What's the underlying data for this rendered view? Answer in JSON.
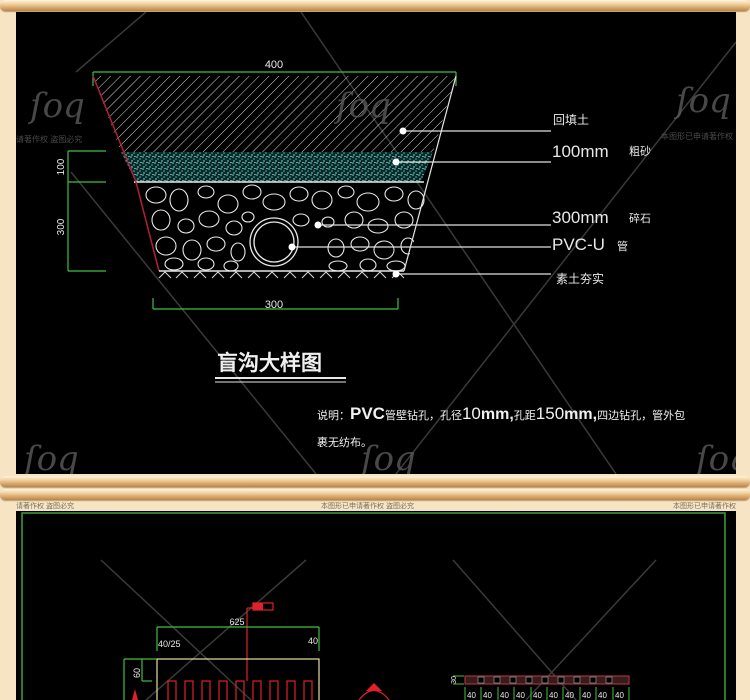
{
  "top_drawing": {
    "title": "盲沟大样图",
    "dimensions": {
      "top_width": "400",
      "bottom_width": "300",
      "sand_layer_height": "100",
      "gravel_layer_height": "300"
    },
    "labels": {
      "backfill": "回填土",
      "sand_value": "100mm",
      "sand_name": "粗砂",
      "gravel_value": "300mm",
      "gravel_name": "碎石",
      "pipe_value": "PVC-U",
      "pipe_name": "管",
      "base": "素土夯实"
    },
    "note_line1_prefix": "说明：",
    "note_line1_pvc": "PVC",
    "note_line1_a": "管壁钻孔，孔径",
    "note_line1_b": "10",
    "note_line1_c": "mm,",
    "note_line1_d": "孔距",
    "note_line1_e": "150",
    "note_line1_f": "mm,",
    "note_line1_g": "四边钻孔，管外包",
    "note_line2": "裹无纺布。"
  },
  "bottom_drawing": {
    "dimensions": {
      "overall": "625",
      "left_small": "40/25",
      "right_small": "40",
      "side_height": "60",
      "strip_height": "30",
      "strip_segments": [
        "40",
        "40",
        "40",
        "40",
        "40",
        "40",
        "40",
        "40",
        "40",
        "40"
      ]
    }
  },
  "watermark": {
    "text_full": "本图形已申请著作权 盗图必究",
    "text_left": "请著作权 盗图必究",
    "text_right": "本图形已申请著作权"
  },
  "colors": {
    "cad_background": "#000000",
    "dimension_green": "#3fbf3f",
    "sand_cyan": "#3fd0c8",
    "line_white": "#e8e8e8",
    "slope_red": "#b0203a",
    "frame_beige": "#f7e4c2",
    "drawing_red": "#e0202a",
    "outline_yellow": "#e8e0a0"
  }
}
